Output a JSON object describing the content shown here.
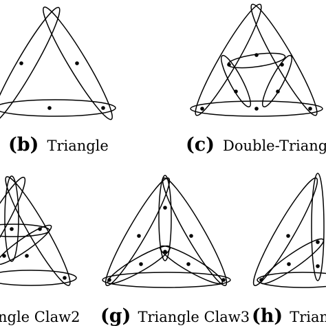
{
  "panels": [
    {
      "id": "b",
      "letter": "(b)",
      "name": "Triangle"
    },
    {
      "id": "c",
      "letter": "(c)",
      "name": "Double-Triang"
    },
    {
      "id": "f",
      "letter": "",
      "name": "ngle Claw2"
    },
    {
      "id": "g",
      "letter": "(g)",
      "name": "Triangle Claw3"
    },
    {
      "id": "h",
      "letter": "(h)",
      "name": "Triang"
    }
  ],
  "colors": {
    "stroke": "#000000",
    "background": "#ffffff"
  }
}
